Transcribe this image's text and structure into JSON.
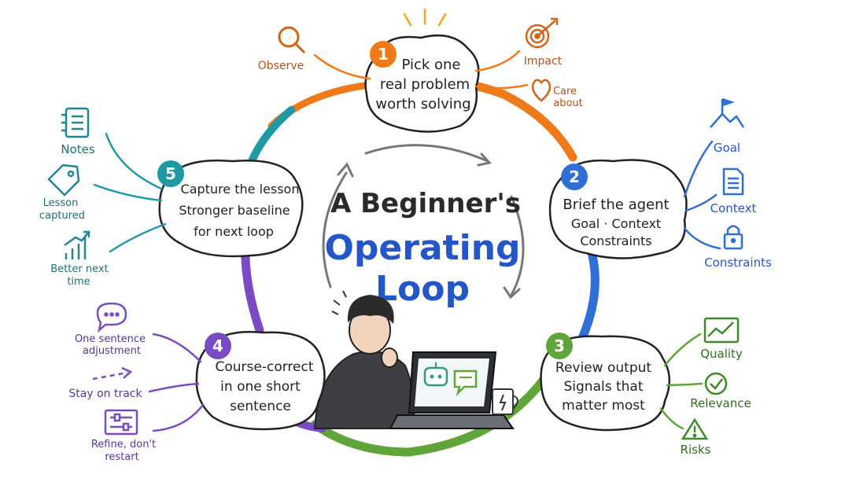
{
  "title": {
    "line1": "A Beginner's",
    "line2": "Operating",
    "line3": "Loop"
  },
  "colors": {
    "step1": "#f07a1a",
    "step2": "#2f6fd6",
    "step3": "#5fa53a",
    "step4": "#7b4bc4",
    "step5": "#1f9aa4",
    "title_dark": "#2a2a2a",
    "title_blue": "#2356c8"
  },
  "steps": [
    {
      "number": "1",
      "lines": [
        "Pick one",
        "real problem",
        "worth solving"
      ],
      "branches": [
        {
          "label": "Observe",
          "icon": "magnifier-icon"
        },
        {
          "label": "Impact",
          "icon": "target-icon"
        },
        {
          "label": "Care about",
          "label_lines": [
            "Care",
            "about"
          ],
          "icon": "heart-icon"
        }
      ]
    },
    {
      "number": "2",
      "lines": [
        "Brief the agent",
        "Goal · Context",
        "Constraints"
      ],
      "branches": [
        {
          "label": "Goal",
          "icon": "mountain-flag-icon"
        },
        {
          "label": "Context",
          "icon": "document-icon"
        },
        {
          "label": "Constraints",
          "icon": "lock-icon"
        }
      ]
    },
    {
      "number": "3",
      "lines": [
        "Review output",
        "Signals that",
        "matter most"
      ],
      "branches": [
        {
          "label": "Quality",
          "icon": "chart-icon"
        },
        {
          "label": "Relevance",
          "icon": "check-circle-icon"
        },
        {
          "label": "Risks",
          "icon": "warning-icon"
        }
      ]
    },
    {
      "number": "4",
      "lines": [
        "Course-correct",
        "in one short",
        "sentence"
      ],
      "branches": [
        {
          "label": "One sentence adjustment",
          "label_lines": [
            "One sentence",
            "adjustment"
          ],
          "icon": "speech-bubble-icon"
        },
        {
          "label": "Stay on track",
          "icon": "dashed-arrow-icon"
        },
        {
          "label": "Refine, don't restart",
          "label_lines": [
            "Refine, don't",
            "restart"
          ],
          "icon": "sliders-icon"
        }
      ]
    },
    {
      "number": "5",
      "lines": [
        "Capture the lesson",
        "Stronger baseline",
        "for next loop"
      ],
      "branches": [
        {
          "label": "Notes",
          "icon": "notebook-icon"
        },
        {
          "label": "Lesson captured",
          "label_lines": [
            "Lesson",
            "captured"
          ],
          "icon": "tag-icon"
        },
        {
          "label": "Better next time",
          "label_lines": [
            "Better next",
            "time"
          ],
          "icon": "growth-chart-icon"
        }
      ]
    }
  ]
}
